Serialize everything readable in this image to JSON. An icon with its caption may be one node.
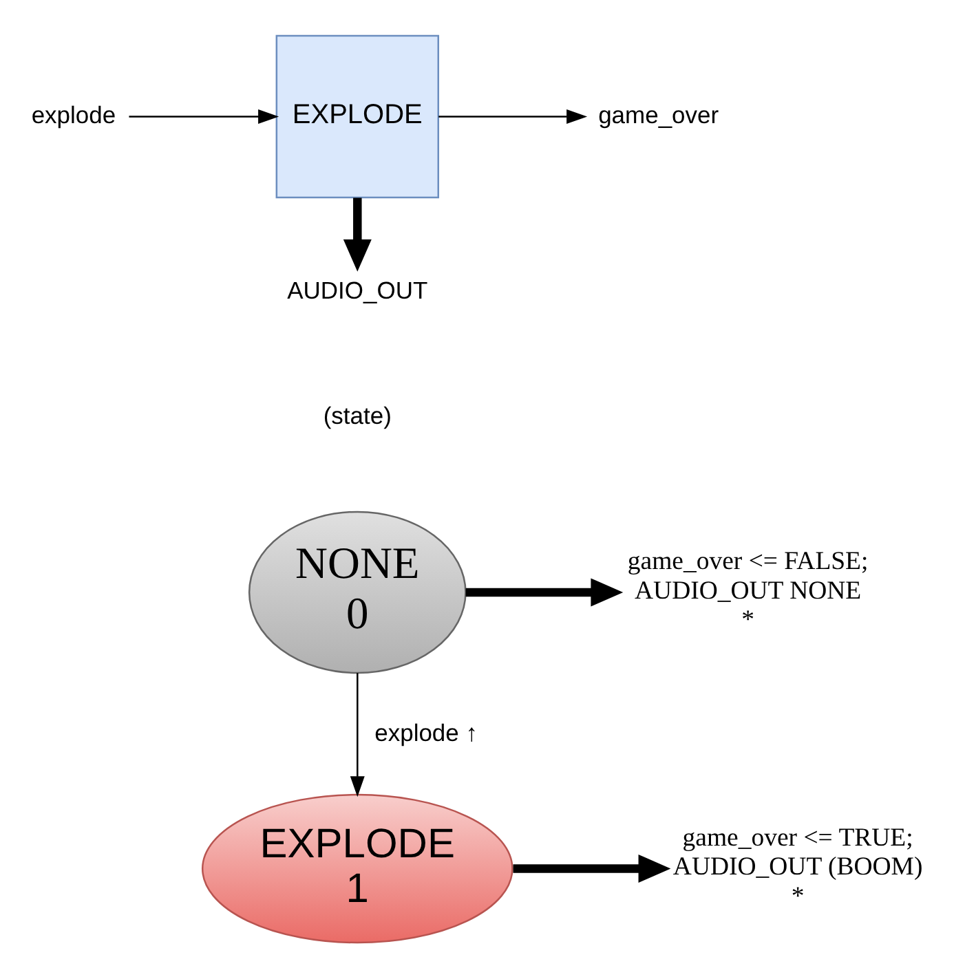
{
  "diagram": {
    "nodes": [
      {
        "text": [
          "explode"
        ]
      },
      {
        "text": [
          "EXPLODE"
        ]
      },
      {
        "text": [
          "game_over"
        ]
      },
      {
        "text": [
          "AUDIO_OUT"
        ]
      },
      {
        "text": [
          "NONE",
          "0"
        ]
      },
      {
        "text": [
          "game_over <= FALSE; AUDIO_OUT NONE *"
        ]
      },
      {
        "text": [
          "EXPLODE",
          "1"
        ]
      },
      {
        "text": [
          "game_over <= TRUE; AUDIO_OUT (BOOM) *"
        ]
      }
    ],
    "edges": [
      {
        "from": 0,
        "to": 1,
        "arrow": "to"
      },
      {
        "from": 1,
        "to": 2,
        "arrow": "to"
      },
      {
        "from": 1,
        "to": 3,
        "arrow": "to",
        "style": "thick"
      },
      {
        "from": 4,
        "to": 5,
        "arrow": "to",
        "style": "thick"
      },
      {
        "from": 4,
        "to": 6,
        "arrow": "to",
        "label": "explode ↑"
      },
      {
        "from": 6,
        "to": 7,
        "arrow": "to",
        "style": "thick"
      }
    ],
    "labels": [
      "(state)"
    ]
  }
}
